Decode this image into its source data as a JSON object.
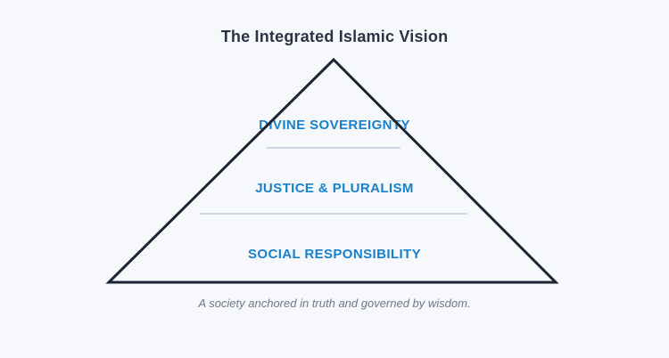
{
  "title": "The Integrated Islamic Vision",
  "pyramid": {
    "levels": [
      {
        "label": "DIVINE SOVEREIGNTY"
      },
      {
        "label": "JUSTICE & PLURALISM"
      },
      {
        "label": "SOCIAL RESPONSIBILITY"
      }
    ],
    "caption": "A society anchored in truth and governed by wisdom."
  },
  "colors": {
    "background": "#f7f8fc",
    "accent_blue": "#1781c9",
    "outline_navy": "#1b2433",
    "divider": "#ccd5e4",
    "title_text": "#2a3344",
    "caption_text": "#6e7687"
  }
}
